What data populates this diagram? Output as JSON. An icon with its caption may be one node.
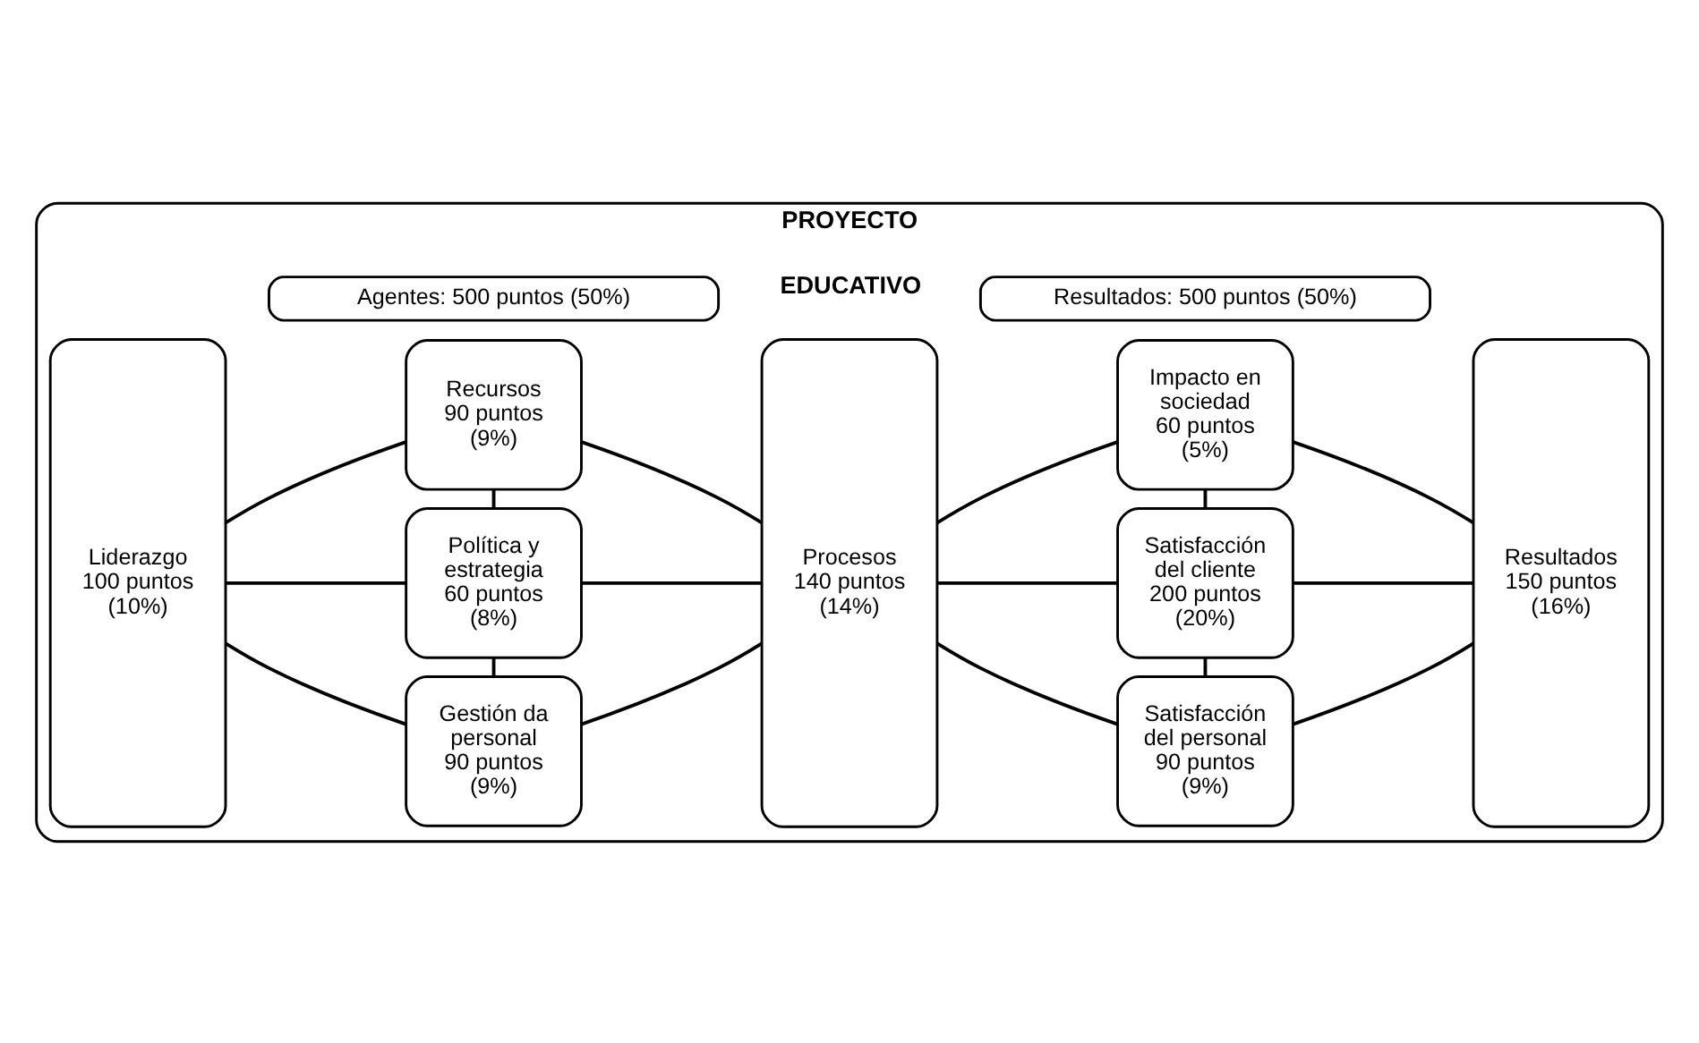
{
  "diagram": {
    "nodes": [
      {
        "text": [
          "PROYECTO",
          "EDUCATIVO"
        ]
      },
      {
        "text": [
          "Liderazgo",
          "100 puntos",
          "(10%)"
        ],
        "in": 0
      },
      {
        "text": [
          "Gestión da personal",
          "90 puntos",
          "(9%)"
        ],
        "in": 0
      },
      {
        "text": [
          "Política y estrategia",
          "60 puntos",
          "(8%)"
        ],
        "in": 0
      },
      {
        "text": [
          "Recursos",
          "90 puntos",
          "(9%)"
        ],
        "in": 0
      },
      {
        "text": [
          "Procesos",
          "140 puntos",
          "(14%)"
        ],
        "in": 0
      },
      {
        "text": [
          "Satisfacción del personal",
          "90 puntos",
          "(9%)"
        ],
        "in": 0
      },
      {
        "text": [
          "Satisfacción del cliente",
          "200 puntos",
          "(20%)"
        ],
        "in": 0
      },
      {
        "text": [
          "Impacto en sociedad",
          "60 puntos",
          "(5%)"
        ],
        "in": 0
      },
      {
        "text": [
          "Resultados",
          "150 puntos",
          "(16%)"
        ],
        "in": 0
      },
      {
        "text": [
          "Agentes: 500 puntos (50%)"
        ],
        "in": 0
      },
      {
        "text": [
          "Resultados: 500 puntos (50%)"
        ],
        "in": 0
      }
    ],
    "edges": [
      {
        "from": 1,
        "to": 2,
        "arrow": "none"
      },
      {
        "from": 1,
        "to": 3,
        "arrow": "none"
      },
      {
        "from": 1,
        "to": 4,
        "arrow": "none"
      },
      {
        "from": 2,
        "to": 3,
        "arrow": "none"
      },
      {
        "from": 3,
        "to": 4,
        "arrow": "none"
      },
      {
        "from": 2,
        "to": 5,
        "arrow": "none"
      },
      {
        "from": 3,
        "to": 5,
        "arrow": "none"
      },
      {
        "from": 4,
        "to": 5,
        "arrow": "none"
      },
      {
        "from": 5,
        "to": 6,
        "arrow": "none"
      },
      {
        "from": 5,
        "to": 7,
        "arrow": "none"
      },
      {
        "from": 5,
        "to": 8,
        "arrow": "none"
      },
      {
        "from": 6,
        "to": 7,
        "arrow": "none"
      },
      {
        "from": 7,
        "to": 8,
        "arrow": "none"
      },
      {
        "from": 6,
        "to": 9,
        "arrow": "none"
      },
      {
        "from": 7,
        "to": 9,
        "arrow": "none"
      },
      {
        "from": 8,
        "to": 9,
        "arrow": "none"
      }
    ]
  }
}
